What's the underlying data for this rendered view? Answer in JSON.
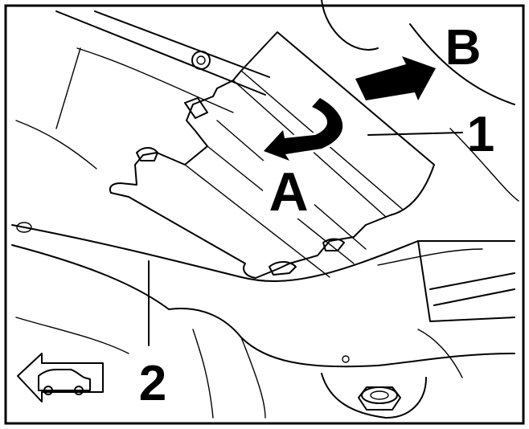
{
  "labels": {
    "A": "A",
    "B": "B",
    "part_1": "1",
    "part_2": "2"
  },
  "icons": {
    "direction_indicator": "car-forward-arrow-icon",
    "arrow_a": "curved-rotation-arrow-icon",
    "arrow_b": "push-direction-arrow-icon"
  },
  "colors": {
    "cover_fill": "#d4d4d4",
    "line": "#000000",
    "background": "#ffffff"
  }
}
